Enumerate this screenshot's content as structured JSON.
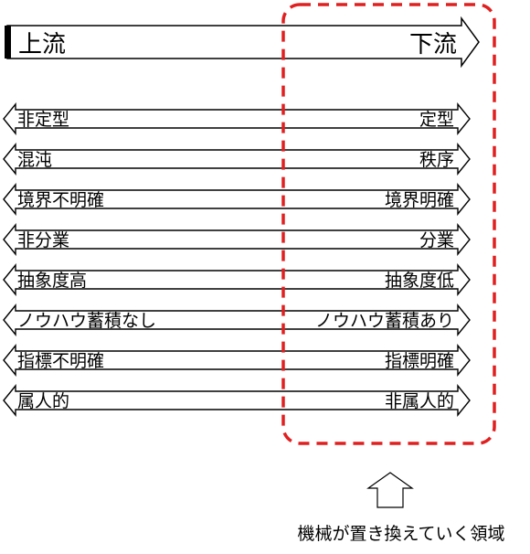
{
  "flow": {
    "upstream": "上流",
    "downstream": "下流"
  },
  "rows": [
    {
      "left": "非定型",
      "right": "定型"
    },
    {
      "left": "混沌",
      "right": "秩序"
    },
    {
      "left": "境界不明確",
      "right": "境界明確"
    },
    {
      "left": "非分業",
      "right": "分業"
    },
    {
      "left": "抽象度高",
      "right": "抽象度低"
    },
    {
      "left": "ノウハウ蓄積なし",
      "right": "ノウハウ蓄積あり"
    },
    {
      "left": "指標不明確",
      "right": "指標明確"
    },
    {
      "left": "属人的",
      "right": "非属人的"
    }
  ],
  "caption": "機械が置き換えていく領域",
  "colors": {
    "highlight": "#e02020",
    "line": "#000000"
  }
}
